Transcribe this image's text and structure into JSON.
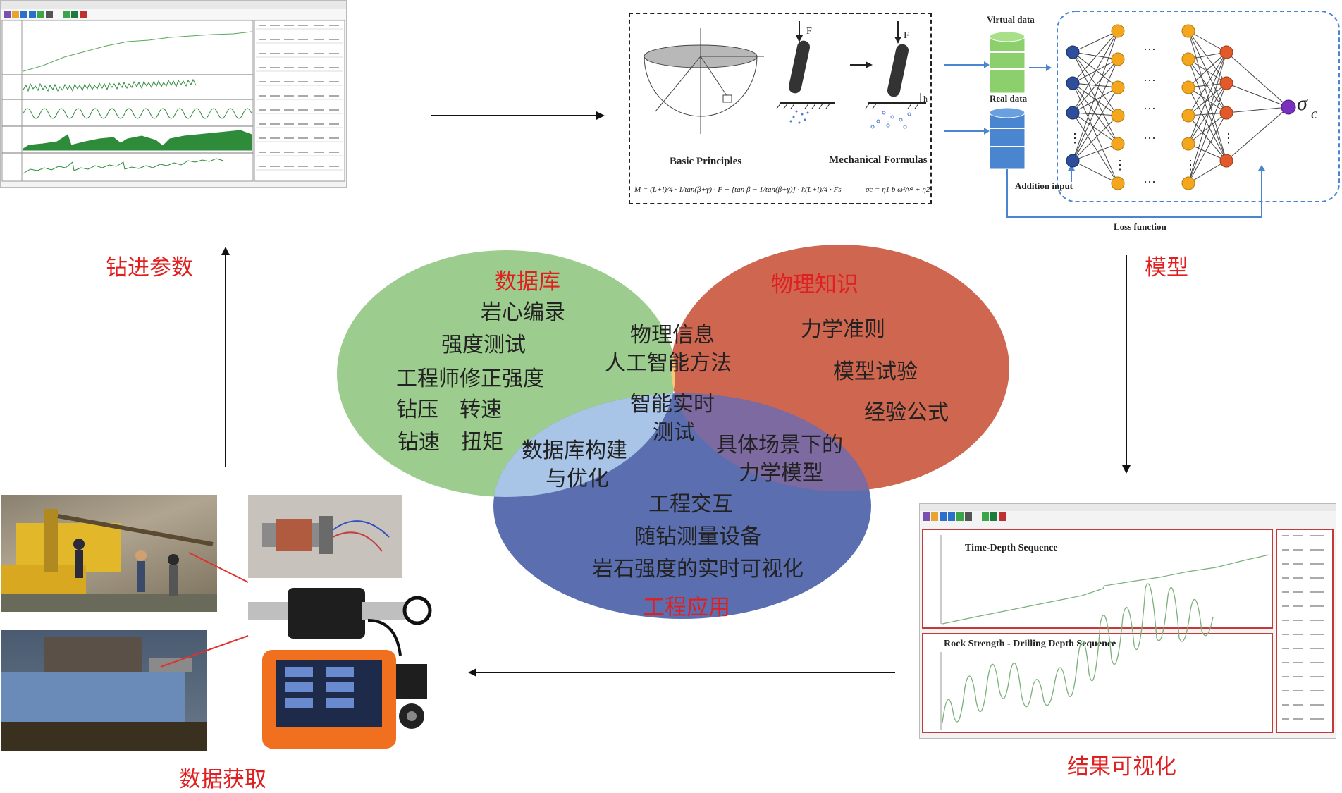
{
  "venn": {
    "database": {
      "title": "数据库",
      "items": [
        "岩心编录",
        "强度测试",
        "工程师修正强度",
        "钻压　转速",
        "钻速　扭矩"
      ]
    },
    "physics": {
      "title": "物理知识",
      "items": [
        "力学准则",
        "模型试验",
        "经验公式"
      ]
    },
    "engineering": {
      "title": "工程应用",
      "items": [
        "工程交互",
        "随钻测量设备",
        "岩石强度的实时可视化"
      ]
    },
    "db_physics": [
      "物理信息",
      "人工智能方法"
    ],
    "db_eng": [
      "数据库构建",
      "与优化"
    ],
    "phys_eng": [
      "具体场景下的",
      "力学模型"
    ],
    "center": [
      "智能实时",
      "测试"
    ]
  },
  "stages": {
    "drilling_params": "钻进参数",
    "model": "模型",
    "results": "结果可视化",
    "data_acquisition": "数据获取"
  },
  "model_panel": {
    "basic_principles": "Basic Principles",
    "mechanical_formulas": "Mechanical Formulas",
    "virtual_data": "Virtual data",
    "real_data": "Real data",
    "addition_input": "Addition input",
    "loss_function": "Loss function",
    "output_symbol": "σ",
    "output_sub": "c",
    "force_label": "F",
    "height_label": "h",
    "formula_left": "M = (L+l)/4 · 1/tan(β+γ) · F + [tan β − 1/tan(β+γ)] · k(L+l)/4 · Fs",
    "formula_right": "σc = η1 b ω²/v² + η2"
  },
  "result_panel": {
    "chart1_title": "Time-Depth Sequence",
    "chart2_title": "Rock Strength - Drilling Depth Sequence"
  },
  "colors": {
    "green": "#9ccc8e",
    "red": "#cf6650",
    "blue": "#5b6fb0",
    "yellow": "#f4c97a",
    "lightblue": "#a8c4e6",
    "purple": "#7d6aa0",
    "gray": "#b4b4b4",
    "label_red": "#e02020",
    "node_blue": "#2e4d9b",
    "node_orange": "#f4a71d",
    "node_red": "#e25a2a",
    "node_purple": "#7b2fbf"
  }
}
